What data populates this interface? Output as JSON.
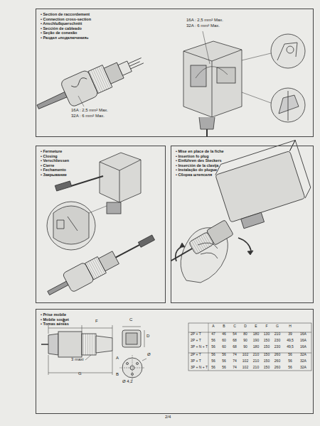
{
  "diagram": {
    "nodes": [
      {
        "text": [
          "• Section de raccordement",
          "• Connection cross-section",
          "• Anschlußquerschnitt",
          "• Sección de cableado",
          "• Seção de conexão",
          "• Раздел «подключения»"
        ]
      },
      {
        "text": [
          "• Fermeture",
          "• Closing",
          "• Verschliessen",
          "• Cierre",
          "• Fechamento",
          "• Закрывание"
        ]
      },
      {
        "text": [
          "• Mise en place de la fiche",
          "• Insertion fo plug",
          "• Einführen des Steckers",
          "• Inserción de la clavija",
          "• Instalação do plugue",
          "• Сборка штепселя"
        ]
      },
      {
        "text": [
          "• Prise mobile",
          "• Mobile socket",
          "• Tomas aéreas"
        ]
      }
    ],
    "labels": [
      "16A : 2,5 mm² Max.",
      "32A : 6 mm² Max.",
      "16A : 2,5 mm² Max.",
      "32A : 6 mm² Max.",
      "E",
      "F",
      "G",
      "3 maxi",
      "C",
      "D",
      "A",
      "B",
      "Ø 4,2",
      "Ø",
      "A",
      "B",
      "C",
      "D",
      "E",
      "F",
      "G",
      "H",
      "2P + T",
      "47",
      "46",
      "54",
      "80",
      "180",
      "130",
      "210",
      "39",
      "16A",
      "2P + T",
      "56",
      "60",
      "68",
      "90",
      "190",
      "150",
      "230",
      "49,5",
      "16A",
      "3P + N + T",
      "56",
      "60",
      "68",
      "90",
      "180",
      "150",
      "230",
      "49,5",
      "16A",
      "2P + T",
      "56",
      "56",
      "74",
      "102",
      "210",
      "150",
      "260",
      "56",
      "32A",
      "3P + T",
      "56",
      "56",
      "74",
      "102",
      "210",
      "150",
      "260",
      "56",
      "32A",
      "3P + N + T",
      "56",
      "56",
      "74",
      "102",
      "210",
      "150",
      "260",
      "56",
      "32A",
      "2/4"
    ]
  }
}
